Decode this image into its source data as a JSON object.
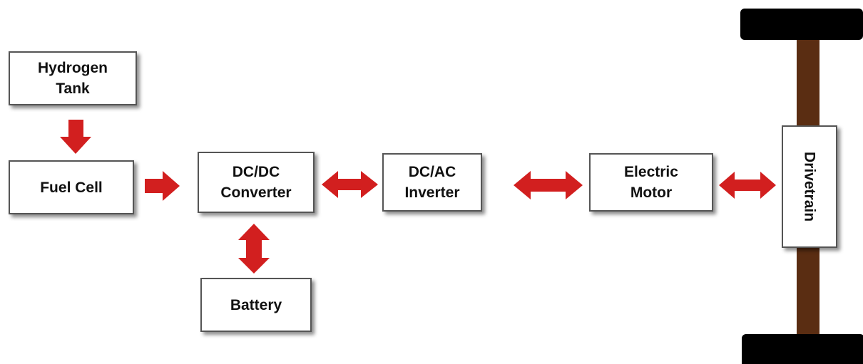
{
  "blocks": {
    "hydrogen_tank": "Hydrogen\nTank",
    "fuel_cell": "Fuel Cell",
    "dcdc_converter": "DC/DC\nConverter",
    "dcac_inverter": "DC/AC\nInverter",
    "electric_motor": "Electric\nMotor",
    "battery": "Battery",
    "drivetrain": "Drivetrain"
  },
  "colors": {
    "arrow": "#d21f1f",
    "axle": "#5a2d12",
    "wheel": "#000000",
    "box_border": "#555555"
  },
  "connections": [
    {
      "from": "Hydrogen Tank",
      "to": "Fuel Cell",
      "direction": "one-way"
    },
    {
      "from": "Fuel Cell",
      "to": "DC/DC Converter",
      "direction": "one-way"
    },
    {
      "from": "DC/DC Converter",
      "to": "DC/AC Inverter",
      "direction": "two-way"
    },
    {
      "from": "DC/AC Inverter",
      "to": "Electric Motor",
      "direction": "two-way"
    },
    {
      "from": "Electric Motor",
      "to": "Drivetrain",
      "direction": "two-way"
    },
    {
      "from": "DC/DC Converter",
      "to": "Battery",
      "direction": "two-way"
    }
  ]
}
